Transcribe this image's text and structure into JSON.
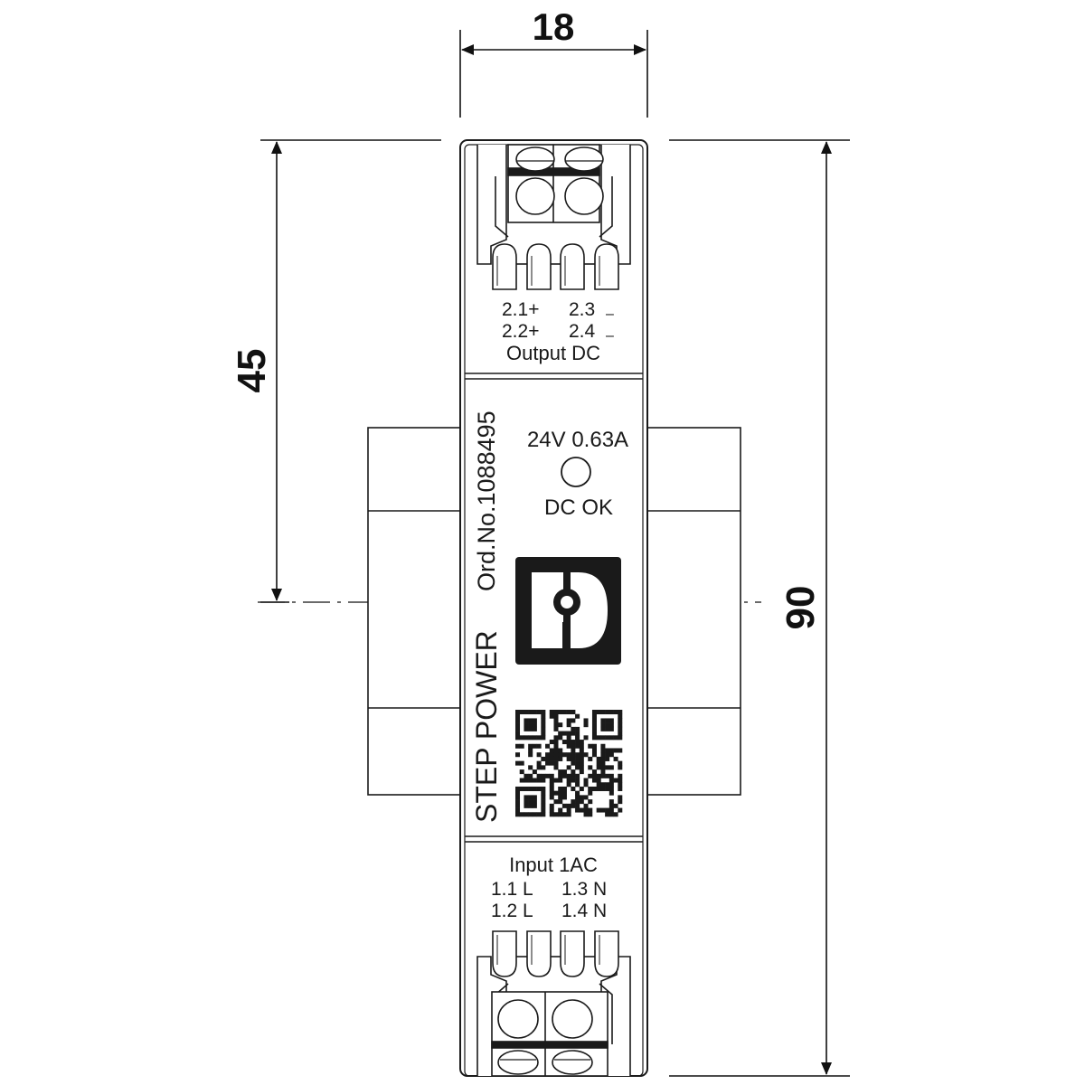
{
  "dimensions": {
    "width": "18",
    "half_height": "45",
    "height": "90"
  },
  "output": {
    "line1_left": "2.1+",
    "line1_right": "2.3",
    "line2_left": "2.2+",
    "line2_right": "2.4",
    "minus_sign": "–",
    "label": "Output DC"
  },
  "rating": "24V 0.63A",
  "led_label": "DC OK",
  "product_name": "STEP POWER",
  "order_number": "Ord.No.1088495",
  "input": {
    "label": "Input 1AC",
    "line1_left": "1.1 L",
    "line1_right": "1.3 N",
    "line2_left": "1.2 L",
    "line2_right": "1.4 N"
  },
  "colors": {
    "line": "#1a1a1a",
    "fill": "#ffffff",
    "logo": "#1a1a1a"
  }
}
